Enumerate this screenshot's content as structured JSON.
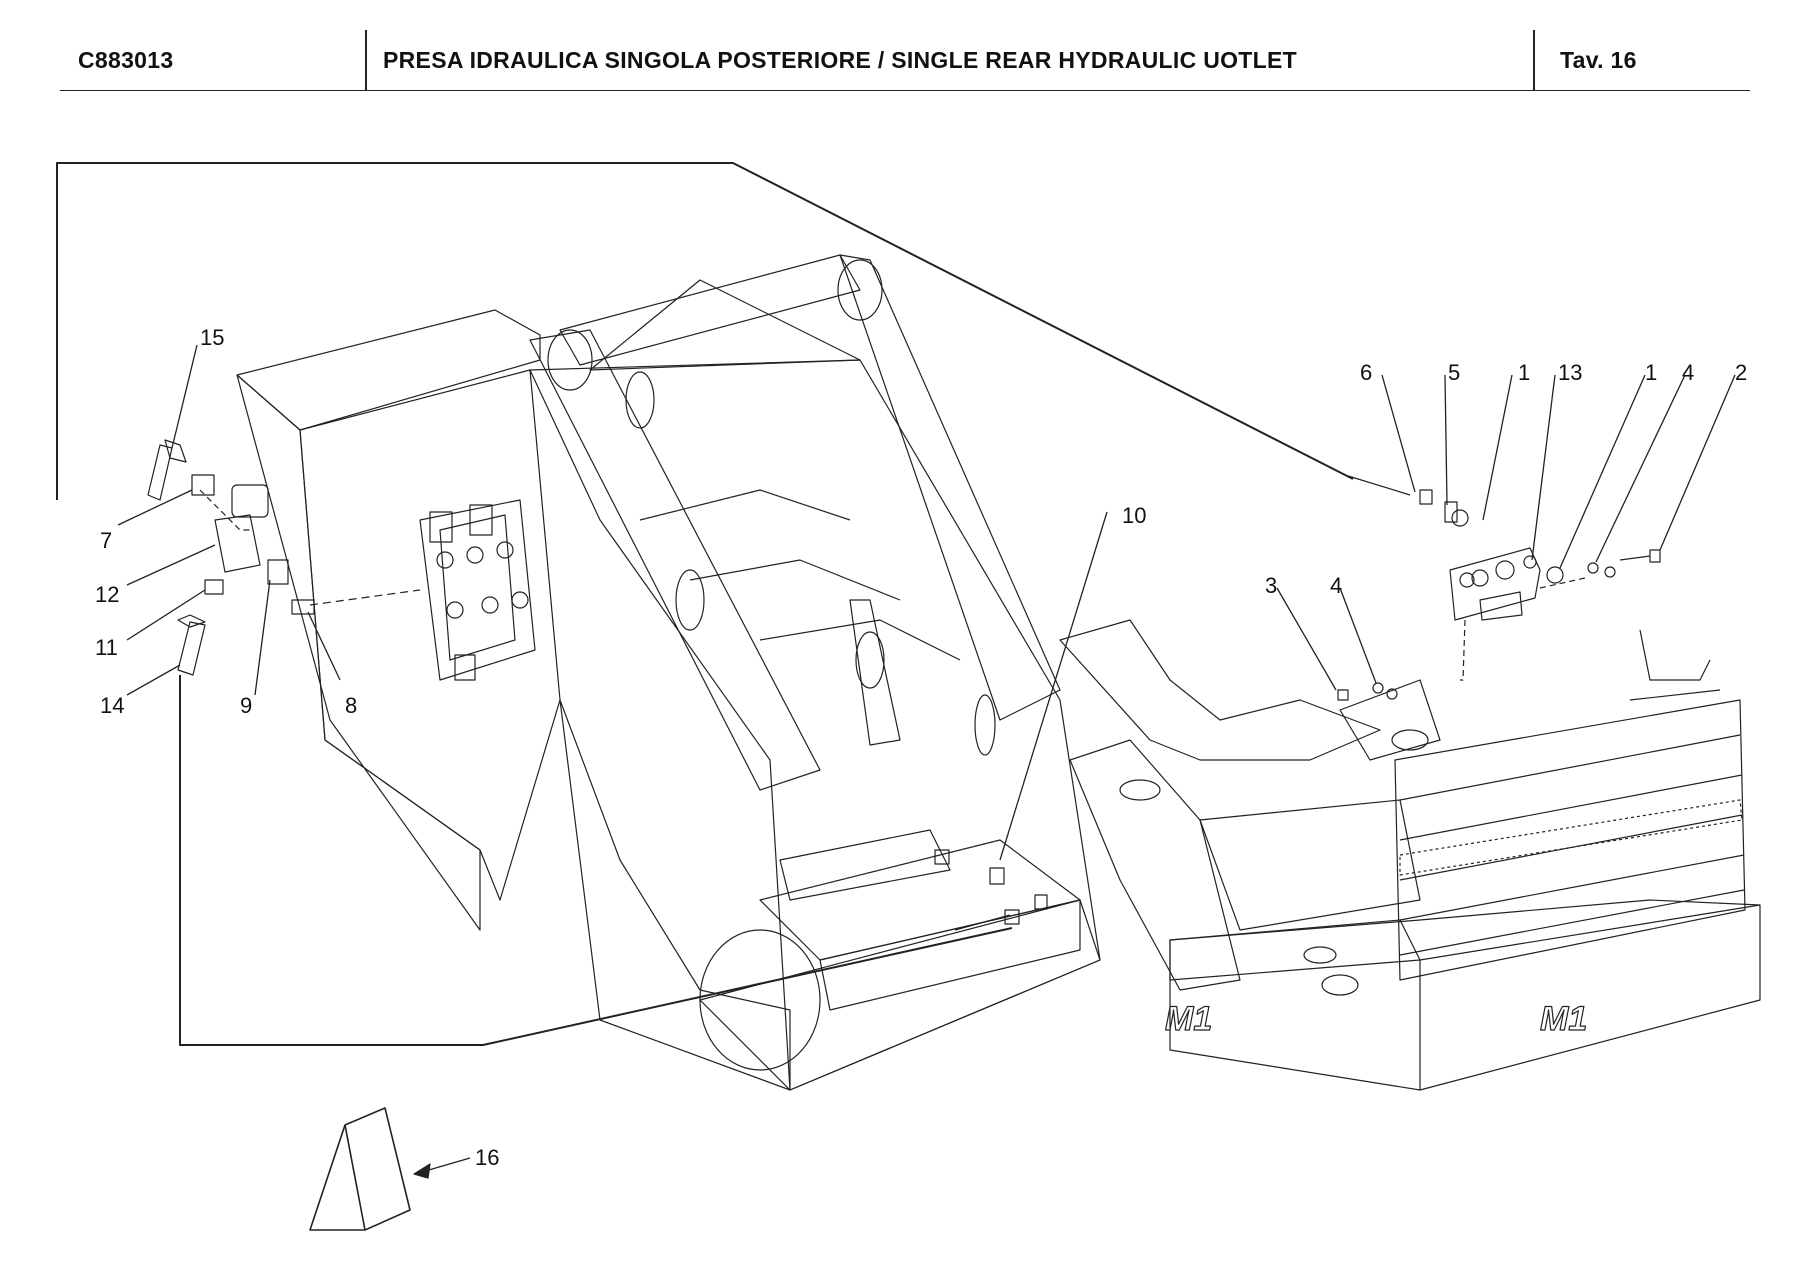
{
  "header": {
    "code": "C883013",
    "title": "PRESA IDRAULICA SINGOLA POSTERIORE / SINGLE REAR HYDRAULIC UOTLET",
    "plate": "Tav.  16"
  },
  "callouts": [
    {
      "id": "c15",
      "label": "15"
    },
    {
      "id": "c7",
      "label": "7"
    },
    {
      "id": "c12",
      "label": "12"
    },
    {
      "id": "c11",
      "label": "11"
    },
    {
      "id": "c14",
      "label": "14"
    },
    {
      "id": "c9",
      "label": "9"
    },
    {
      "id": "c8",
      "label": "8"
    },
    {
      "id": "c10",
      "label": "10"
    },
    {
      "id": "c6",
      "label": "6"
    },
    {
      "id": "c5",
      "label": "5"
    },
    {
      "id": "c1a",
      "label": "1"
    },
    {
      "id": "c13",
      "label": "13"
    },
    {
      "id": "c1b",
      "label": "1"
    },
    {
      "id": "c4a",
      "label": "4"
    },
    {
      "id": "c2",
      "label": "2"
    },
    {
      "id": "c3",
      "label": "3"
    },
    {
      "id": "c4b",
      "label": "4"
    },
    {
      "id": "c16",
      "label": "16"
    }
  ],
  "logo_text": "M1"
}
